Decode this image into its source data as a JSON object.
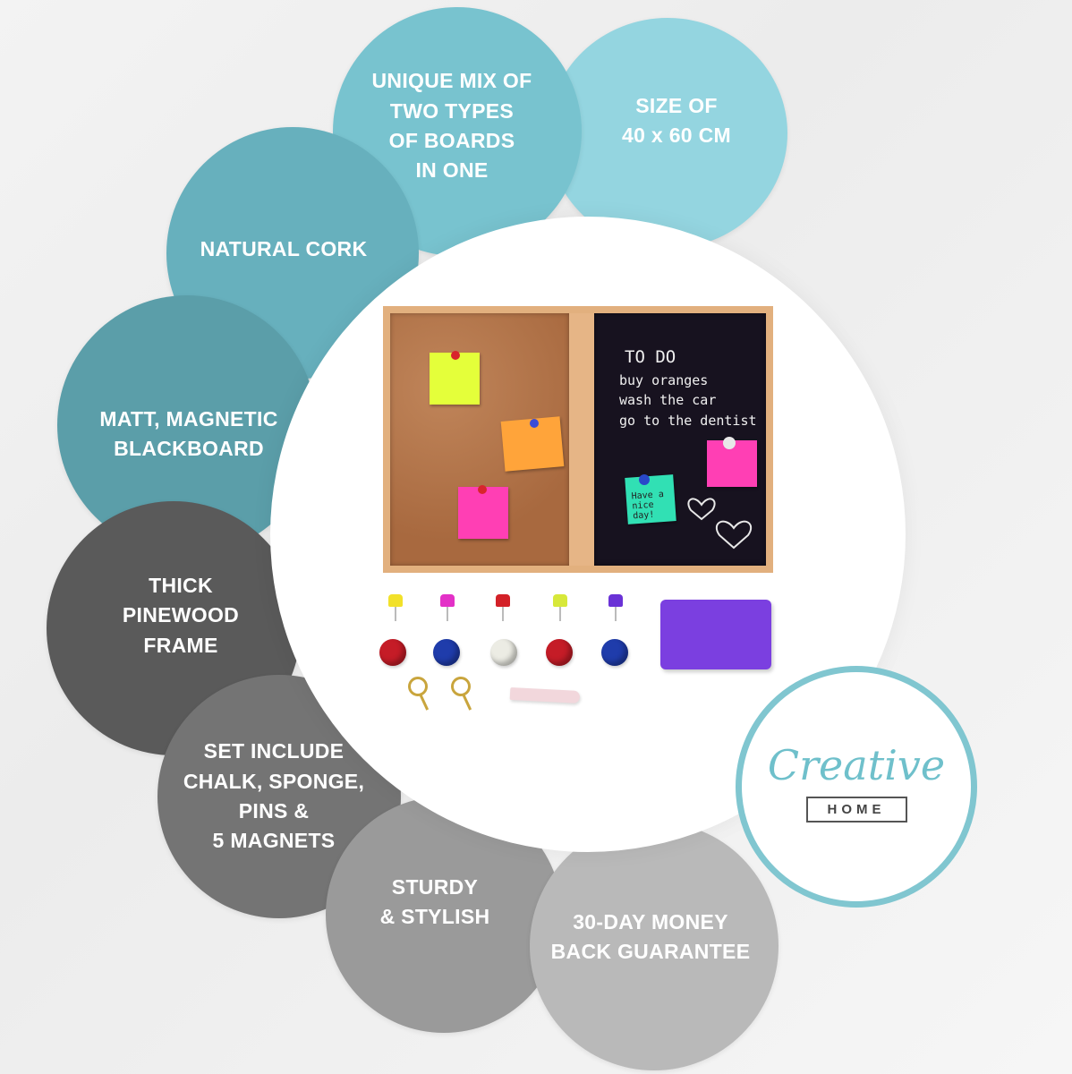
{
  "features": {
    "mix": [
      "UNIQUE MIX OF",
      "TWO TYPES",
      "OF BOARDS",
      "IN ONE"
    ],
    "size": [
      "SIZE OF",
      "40 x 60 CM"
    ],
    "cork": [
      "NATURAL CORK"
    ],
    "matt": [
      "MATT, MAGNETIC",
      "BLACKBOARD"
    ],
    "thick": [
      "THICK",
      "PINEWOOD",
      "FRAME"
    ],
    "set": [
      "SET INCLUDE",
      "CHALK, SPONGE,",
      "PINS &",
      "5 MAGNETS"
    ],
    "sturdy": [
      "STURDY",
      "& STYLISH"
    ],
    "money": [
      "30-DAY MONEY",
      "BACK GUARANTEE"
    ]
  },
  "colors": {
    "teal_light": "#94d5e0",
    "teal": "#78c3cf",
    "teal_mid": "#67b0bd",
    "teal_dark": "#5b9ea9",
    "gray_dark": "#5a5a5a",
    "gray_mid": "#747474",
    "gray": "#9a9a9a",
    "gray_light": "#b9b9b9"
  },
  "board": {
    "chalk_lines": [
      "TO DO",
      "buy oranges",
      "wash the car",
      "go to the dentist"
    ],
    "note_text": "Have a\nnice day!"
  },
  "logo": {
    "word": "Creative",
    "ribbon": "HOME"
  }
}
